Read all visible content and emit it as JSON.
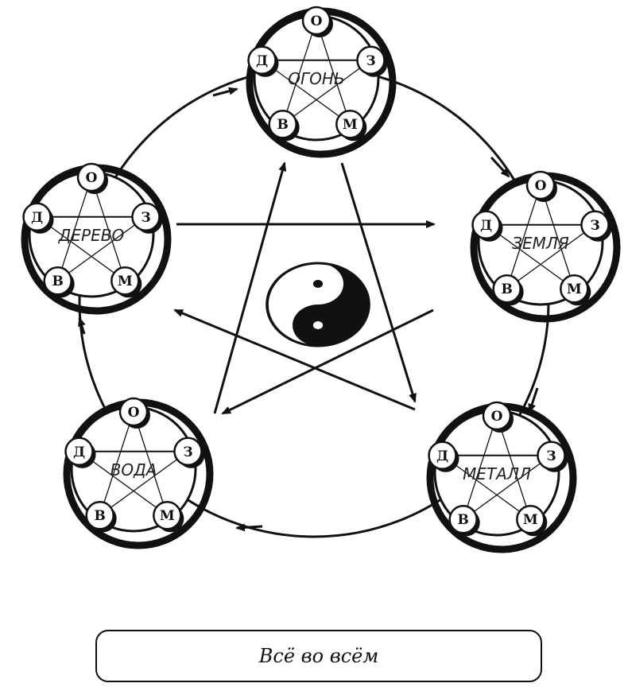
{
  "caption": "Всё во всём",
  "colors": {
    "ink": "#111111",
    "paper": "#ffffff"
  },
  "icons": {
    "center": "yin-yang-icon"
  },
  "node_letters": [
    "О",
    "З",
    "М",
    "В",
    "Д"
  ],
  "elements": [
    {
      "id": "fire",
      "label": "ОГОНЬ"
    },
    {
      "id": "earth",
      "label": "ЗЕМЛЯ"
    },
    {
      "id": "metal",
      "label": "МЕТАЛЛ"
    },
    {
      "id": "water",
      "label": "ВОДА"
    },
    {
      "id": "wood",
      "label": "ДЕРЕВО"
    }
  ]
}
